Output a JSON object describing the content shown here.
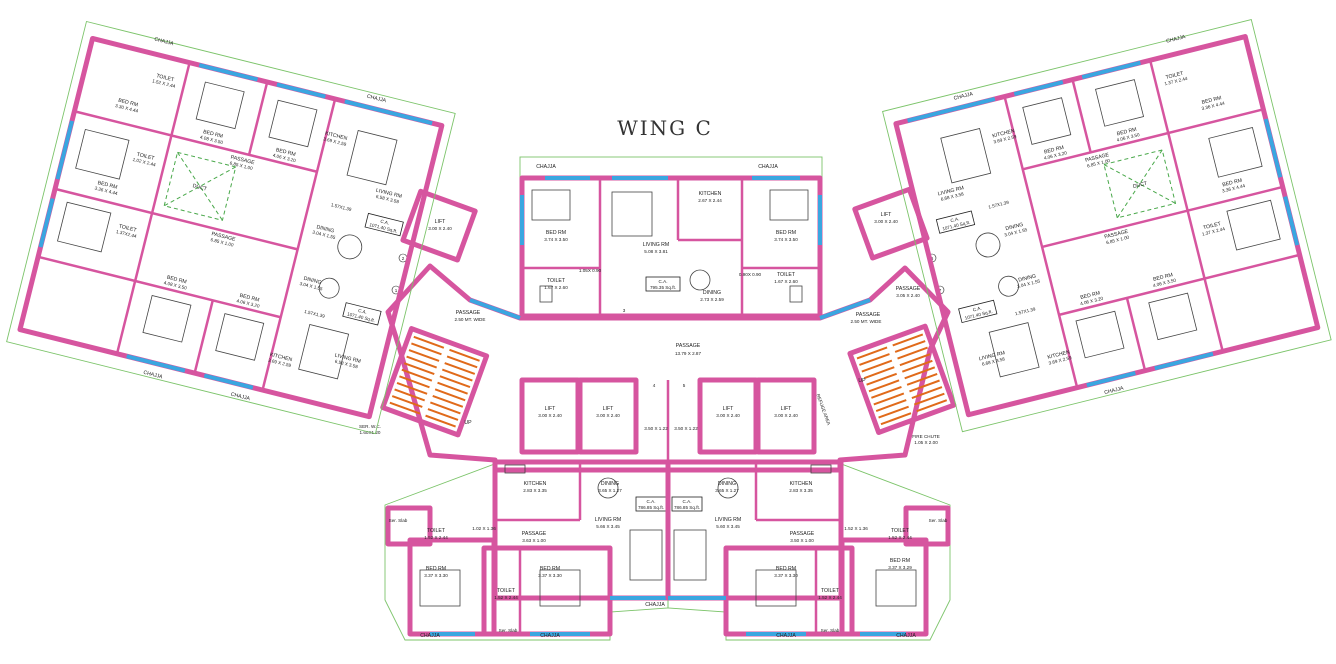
{
  "title": "WING C",
  "colors": {
    "wall": "#d6559f",
    "window": "#3aa6e0",
    "chajja": "#7cc46a",
    "stair": "#e06a1a",
    "duct": "#49a84a"
  },
  "center_unit": {
    "chajja": "CHAJJA",
    "bed": "BED RM",
    "bed_size": "3.74 X 3.50",
    "bed2": "BED RM",
    "bed2_size": "3.74 X 3.50",
    "living": "LIVING RM",
    "living_size": "5.08 X 3.81",
    "kitchen": "KITCHEN",
    "kitchen_size": "2.67 X 2.44",
    "toilet": "TOILET",
    "toilet_size": "1.67 X 2.60",
    "toilet2": "TOILET",
    "toilet2_size": "1.67 X 2.60",
    "dining": "DINING",
    "dining_size": "2.73 X 2.59",
    "ca": "C.A.",
    "ca_value": "795.35 Sq.ft.",
    "wb1": "1.05X 0.90",
    "wb2": "0.90X 0.90"
  },
  "core": {
    "passage_main": "PASSAGE",
    "passage_main_size": "13.79 X 2.87",
    "lift": "LIFT",
    "lift_size": "3.00 X 2.40",
    "passage_wide": "PASSAGE",
    "passage_wide_size": "2.50 MT. WIDE",
    "lobby_size": "3.50 X 1.22",
    "up": "UP",
    "fire_chute": "FIRE CHUTE",
    "fire_chute_size": "1.05 X 2.00",
    "ser_wc": "SER. W.C.",
    "ser_wc_size": "1.60X1.20",
    "refuge": "REFUGE AREA",
    "door_nums": [
      "1",
      "2",
      "3",
      "4",
      "5",
      "6",
      "7"
    ]
  },
  "left_wing": {
    "chajja": "CHAJJA",
    "duct": "DUCT",
    "bed1": "BED RM",
    "bed1_size": "4.08 X 3.50",
    "bed2": "BED RM",
    "bed2_size": "4.06 X 3.20",
    "bed3": "BED RM",
    "bed3_size": "3.30 X 4.44",
    "bed4": "BED RM",
    "bed4_size": "3.36 X 4.44",
    "kitchen": "KITCHEN",
    "kitchen_size": "3.69 X 2.59",
    "living": "LIVING RM",
    "living_size": "6.58 X 3.58",
    "passage": "PASSAGE",
    "passage_size": "6.85 X 1.00",
    "dining": "DINING",
    "dining_size": "3.04 X 1.55",
    "toilet": "TOILET",
    "toilet_size": "1.52 X 2.44",
    "toilet2": "TOILET",
    "toilet2_size": "1.37X2.44",
    "ca": "C.A.",
    "ca_value": "1071.40 Sq.ft.",
    "balcony": "1.57X1.39",
    "sz_small": "1.02 X 2.44"
  },
  "right_wing": {
    "chajja": "CHAJJA",
    "duct": "DUCT",
    "bed1": "BED RM",
    "bed1_size": "4.06 X 3.50",
    "bed2": "BED RM",
    "bed2_size": "4.06 X 3.20",
    "bed3": "BED RM",
    "bed3_size": "3.36 X 4.44",
    "kitchen": "KITCHEN",
    "kitchen_size": "3.69 X 2.59",
    "living": "LIVING RM",
    "living_size": "6.68 X 3.58",
    "passage": "PASSAGE",
    "passage_size": "6.85 X 1.00",
    "dining": "DINING",
    "dining_size": "3.04 X 1.55",
    "toilet": "TOILET",
    "toilet_size": "1.37 X 2.44",
    "ca": "C.A.",
    "ca_value": "1071.40 Sq.ft.",
    "balcony": "1.57X1.39",
    "passage_w": "PASSAGE",
    "passage_w_size": "3.05 X 2.40"
  },
  "bottom_left": {
    "kitchen": "KITCHEN",
    "kitchen_size": "2.83 X 3.35",
    "dining": "DINING",
    "dining_size": "3.65 X 1.27",
    "living": "LIVING RM",
    "living_size": "5.66 X 3.45",
    "passage": "PASSAGE",
    "passage_size": "3.63 X 1.00",
    "bed1": "BED RM",
    "bed1_size": "3.37 X 3.30",
    "bed2": "BED RM",
    "bed2_size": "3.37 X 3.30",
    "toilet": "TOILET",
    "toilet_size": "1.52 X 2.44",
    "toilet2": "TOILET",
    "toilet2_size": "1.52 X 2.44",
    "wb": "1.02 X 1.36",
    "ca": "C.A.",
    "ca_value": "786.85 Sq.ft.",
    "chajja": "CHAJJA",
    "ser_slab": "Ser. Slab"
  },
  "bottom_right": {
    "kitchen": "KITCHEN",
    "kitchen_size": "2.83 X 3.35",
    "dining": "DINING",
    "dining_size": "3.65 X 1.27",
    "living": "LIVING RM",
    "living_size": "5.60 X 3.45",
    "passage": "PASSAGE",
    "passage_size": "3.50 X 1.00",
    "bed1": "BED RM",
    "bed1_size": "3.37 X 3.30",
    "bed2": "BED RM",
    "bed2_size": "3.37 X 3.29",
    "toilet": "TOILET",
    "toilet_size": "1.52 X 2.44",
    "toilet2": "TOILET",
    "toilet2_size": "1.52 X 2.44",
    "wb": "1.52 X 1.36",
    "ca": "C.A.",
    "ca_value": "786.85 Sq.ft.",
    "chajja": "CHAJJA",
    "ser_slab": "Ser. Slab"
  }
}
